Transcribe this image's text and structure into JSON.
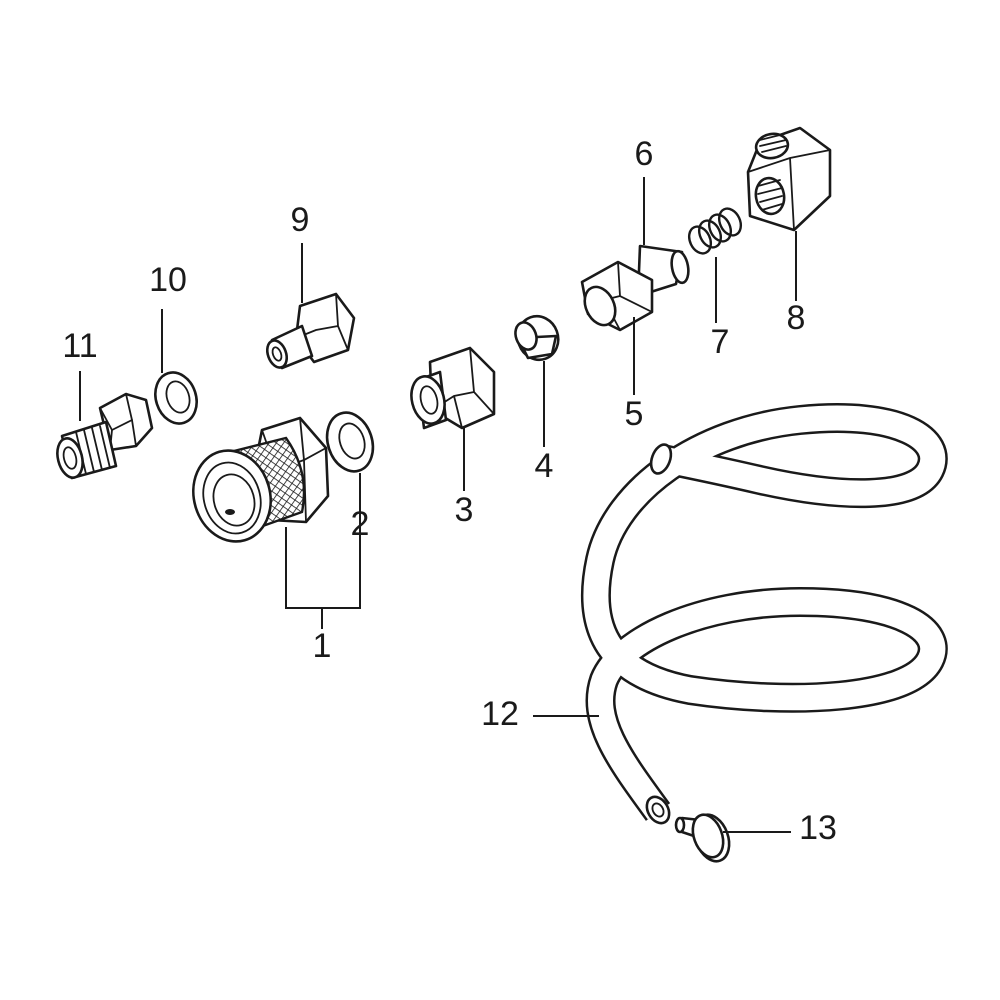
{
  "labels": {
    "p1": "1",
    "p2": "2",
    "p3": "3",
    "p4": "4",
    "p5": "5",
    "p6": "6",
    "p7": "7",
    "p8": "8",
    "p9": "9",
    "p10": "10",
    "p11": "11",
    "p12": "12",
    "p13": "13"
  },
  "colors": {
    "line": "#1a1a1a",
    "background": "#ffffff"
  }
}
